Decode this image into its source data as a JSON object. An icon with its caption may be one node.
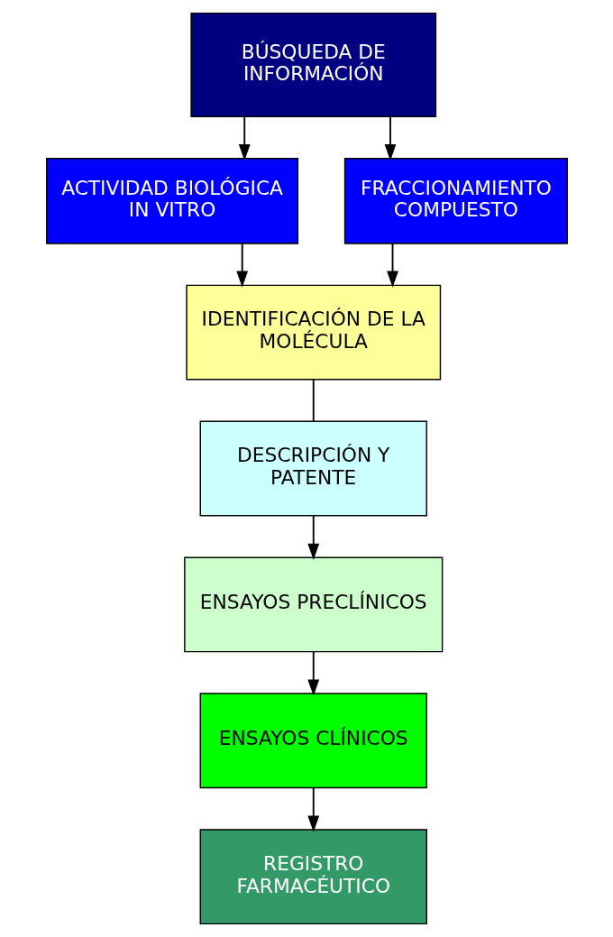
{
  "diagram": {
    "nodes": [
      {
        "text": [
          "BÚSQUEDA DE INFORMACIÓN"
        ]
      },
      {
        "text": [
          "ACTIVIDAD BIOLÓGICA IN VITRO"
        ]
      },
      {
        "text": [
          "FRACCIONAMIENTO COMPUESTO"
        ]
      },
      {
        "text": [
          "IDENTIFICACIÓN DE LA MOLÉCULA"
        ]
      },
      {
        "text": [
          "DESCRIPCIÓN Y PATENTE"
        ]
      },
      {
        "text": [
          "ENSAYOS PRECLÍNICOS"
        ]
      },
      {
        "text": [
          "ENSAYOS CLÍNICOS"
        ]
      },
      {
        "text": [
          "REGISTRO FARMACÉUTICO"
        ]
      }
    ],
    "edges": [
      {
        "from": 0,
        "to": 1,
        "arrow": "to"
      },
      {
        "from": 0,
        "to": 2,
        "arrow": "to"
      },
      {
        "from": 1,
        "to": 3,
        "arrow": "to"
      },
      {
        "from": 2,
        "to": 3,
        "arrow": "to"
      },
      {
        "from": 3,
        "to": 4,
        "arrow": "none"
      },
      {
        "from": 4,
        "to": 5,
        "arrow": "to"
      },
      {
        "from": 5,
        "to": 6,
        "arrow": "to"
      },
      {
        "from": 6,
        "to": 7,
        "arrow": "to"
      }
    ]
  }
}
